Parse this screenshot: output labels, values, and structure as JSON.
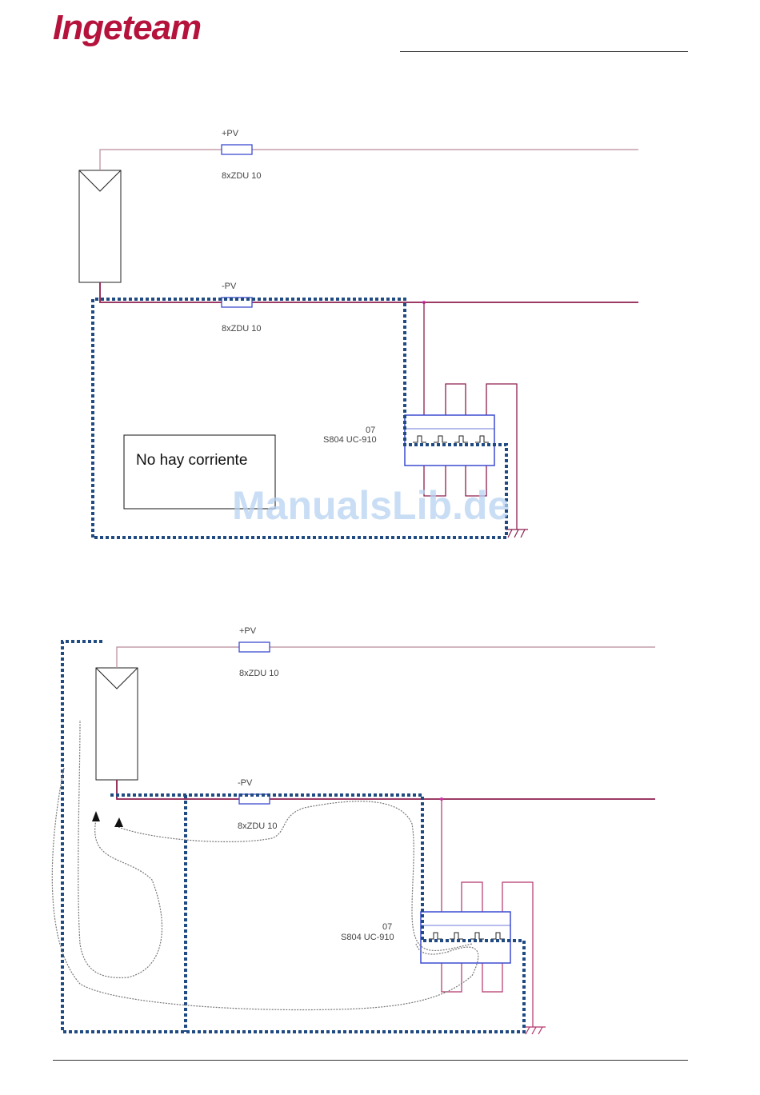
{
  "header": {
    "logo": "Ingeteam"
  },
  "watermark": "ManualsLib.de",
  "colors": {
    "wire_pos": "#b98a9a",
    "wire_neg": "#8e1e4e",
    "dotted": "#1f4a82",
    "relay": "#3b4bd0",
    "brand": "#b5123c"
  },
  "diagram1": {
    "plus_label": "+PV",
    "plus_fuse": "8xZDU 10",
    "minus_label": "-PV",
    "minus_fuse": "8xZDU 10",
    "relay_num": "07",
    "relay_model": "S804 UC-910",
    "note": "No hay corriente"
  },
  "diagram2": {
    "plus_label": "+PV",
    "plus_fuse": "8xZDU 10",
    "minus_label": "-PV",
    "minus_fuse": "8xZDU 10",
    "relay_num": "07",
    "relay_model": "S804 UC-910"
  }
}
